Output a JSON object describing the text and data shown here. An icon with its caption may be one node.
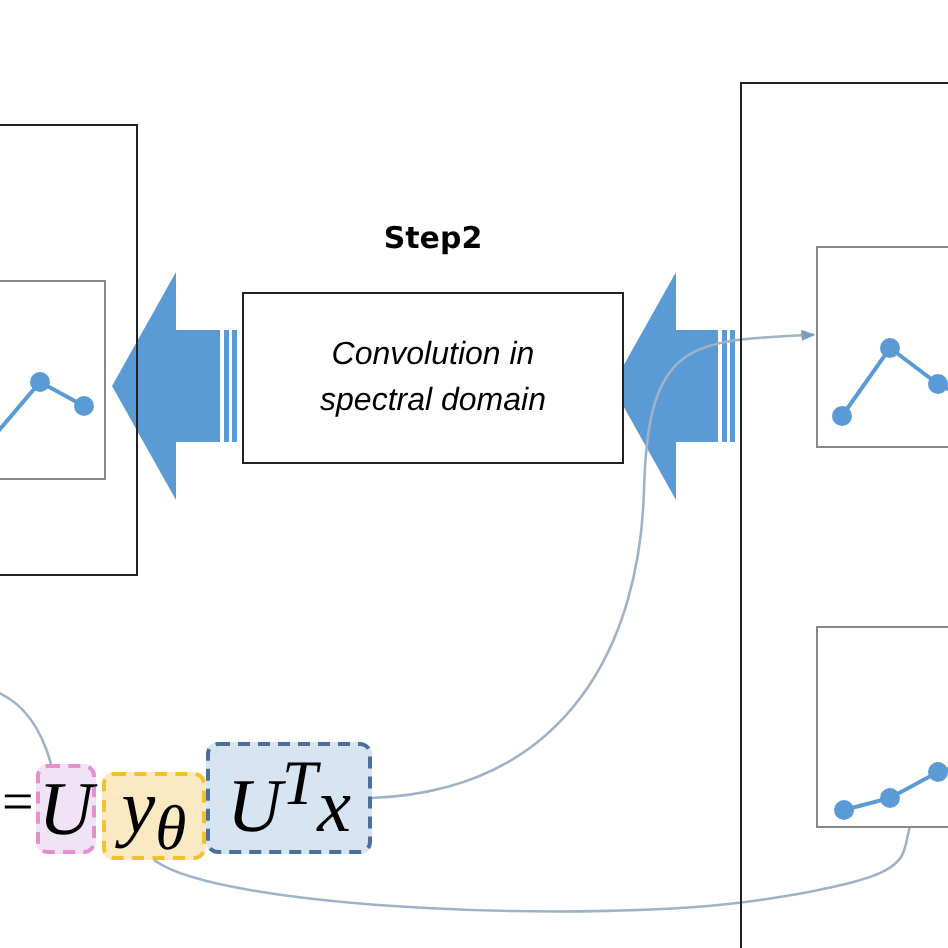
{
  "diagram": {
    "nodes": [
      {
        "text": [],
        "shape": "box"
      },
      {
        "text": [],
        "shape": "picture",
        "in": 0
      },
      {
        "text": [
          "Step2",
          "Convolution in spectral domain"
        ]
      },
      {
        "text": [],
        "shape": "box"
      },
      {
        "text": [],
        "shape": "picture",
        "in": 3
      },
      {
        "text": [],
        "shape": "picture",
        "in": 3
      },
      {
        "text": [
          "U"
        ]
      },
      {
        "text": [
          "y$_{θ}$"
        ]
      },
      {
        "text": [
          "U$^{T}$x"
        ]
      }
    ],
    "edges": [
      {
        "from": 2,
        "to": 1,
        "arrow": "to",
        "style": "thick",
        "color": "#5b9bd5"
      },
      {
        "from": 3,
        "to": 2,
        "arrow": "to",
        "style": "thick",
        "color": "#5b9bd5"
      },
      {
        "from": 8,
        "to": 4,
        "arrow": "to"
      },
      {
        "from": 7,
        "to": 5,
        "arrow": "none"
      },
      {
        "from": 6,
        "to": null,
        "arrow": "none"
      }
    ],
    "labels": [
      "="
    ]
  }
}
